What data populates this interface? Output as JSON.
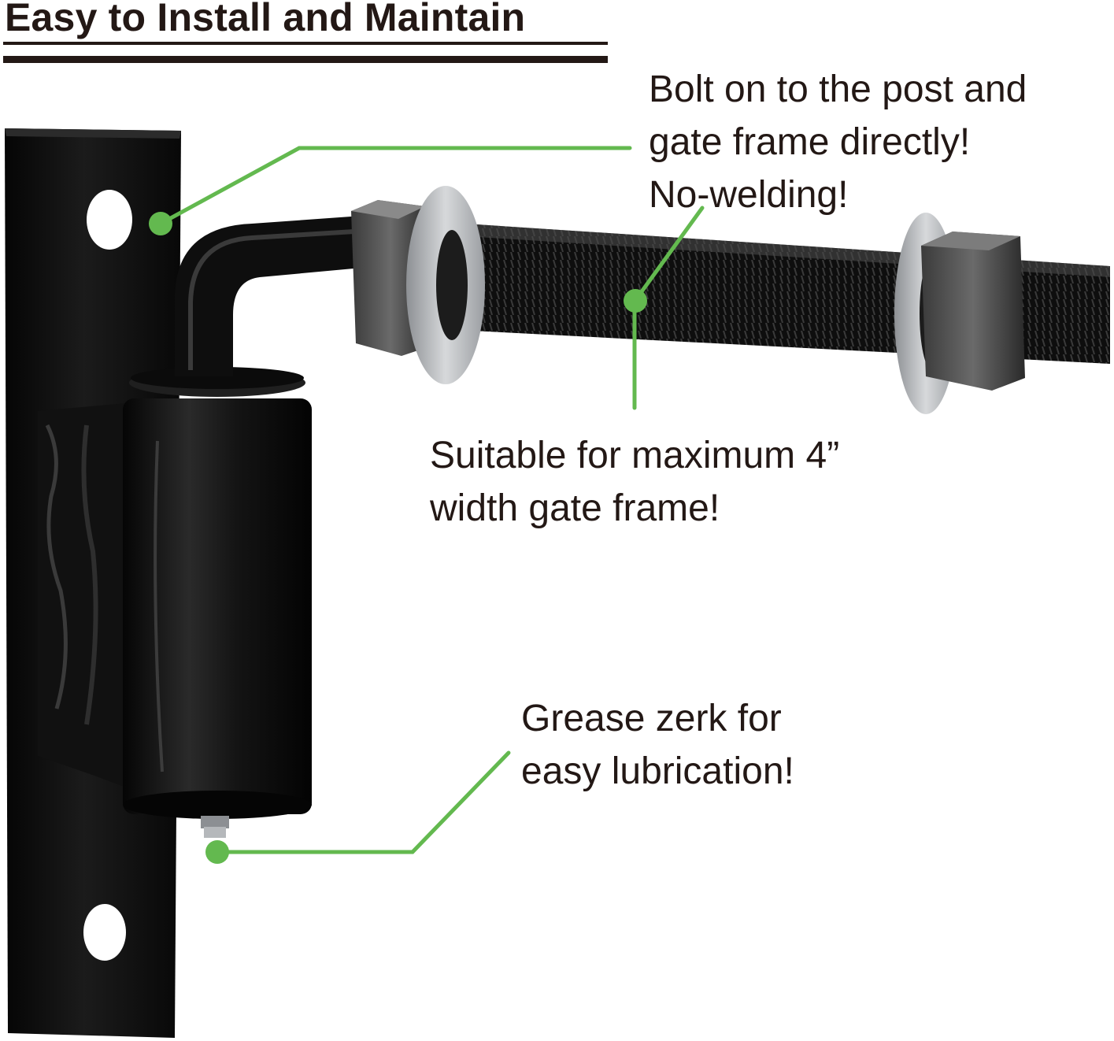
{
  "heading": {
    "title": "Easy to Install and Maintain"
  },
  "callouts": {
    "bolt_on": {
      "lines": [
        "Bolt on to the post and",
        "gate frame directly!",
        "No-welding!"
      ]
    },
    "gate_width": {
      "lines": [
        "Suitable for maximum 4”",
        "width gate frame!"
      ]
    },
    "grease_zerk": {
      "lines": [
        "Grease zerk for",
        "easy lubrication!"
      ]
    }
  },
  "colors": {
    "accent_green": "#63b94f",
    "text": "#231815",
    "metal_black": "#0d0d0d",
    "washer_silver": "#b9bcbf"
  }
}
